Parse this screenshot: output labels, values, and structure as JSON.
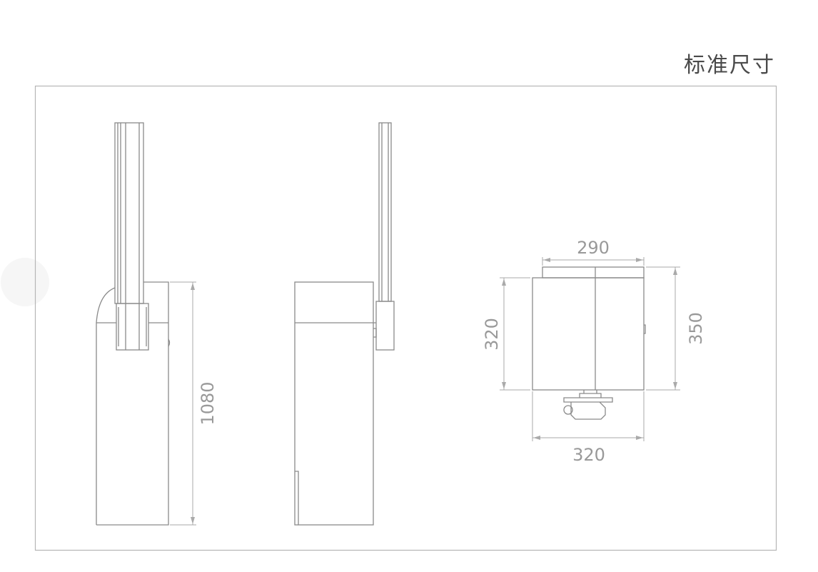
{
  "title": "标准尺寸",
  "dimensions": {
    "height": "1080",
    "top_width": "290",
    "depth_left": "320",
    "depth_right": "350",
    "bottom_width": "320"
  }
}
